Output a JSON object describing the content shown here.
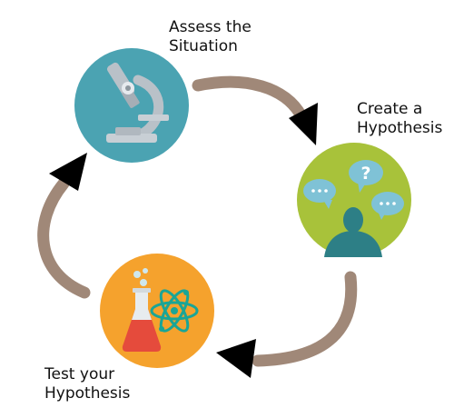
{
  "diagram": {
    "type": "cycle",
    "steps": [
      {
        "id": "assess",
        "label_lines": [
          "Assess the",
          "Situation"
        ],
        "icon": "microscope-icon",
        "circle_color": "#4ba3b2"
      },
      {
        "id": "create",
        "label_lines": [
          "Create a",
          "Hypothesis"
        ],
        "icon": "thinking-person-icon",
        "circle_color": "#a8c23a"
      },
      {
        "id": "test",
        "label_lines": [
          "Test your",
          "Hypothesis"
        ],
        "icon": "lab-flask-atom-icon",
        "circle_color": "#f5a22d"
      }
    ],
    "arrows": [
      {
        "from": "assess",
        "to": "create"
      },
      {
        "from": "create",
        "to": "test"
      },
      {
        "from": "test",
        "to": "assess"
      }
    ],
    "arrow_color": "#a08878",
    "arrowhead_color": "#000000"
  }
}
